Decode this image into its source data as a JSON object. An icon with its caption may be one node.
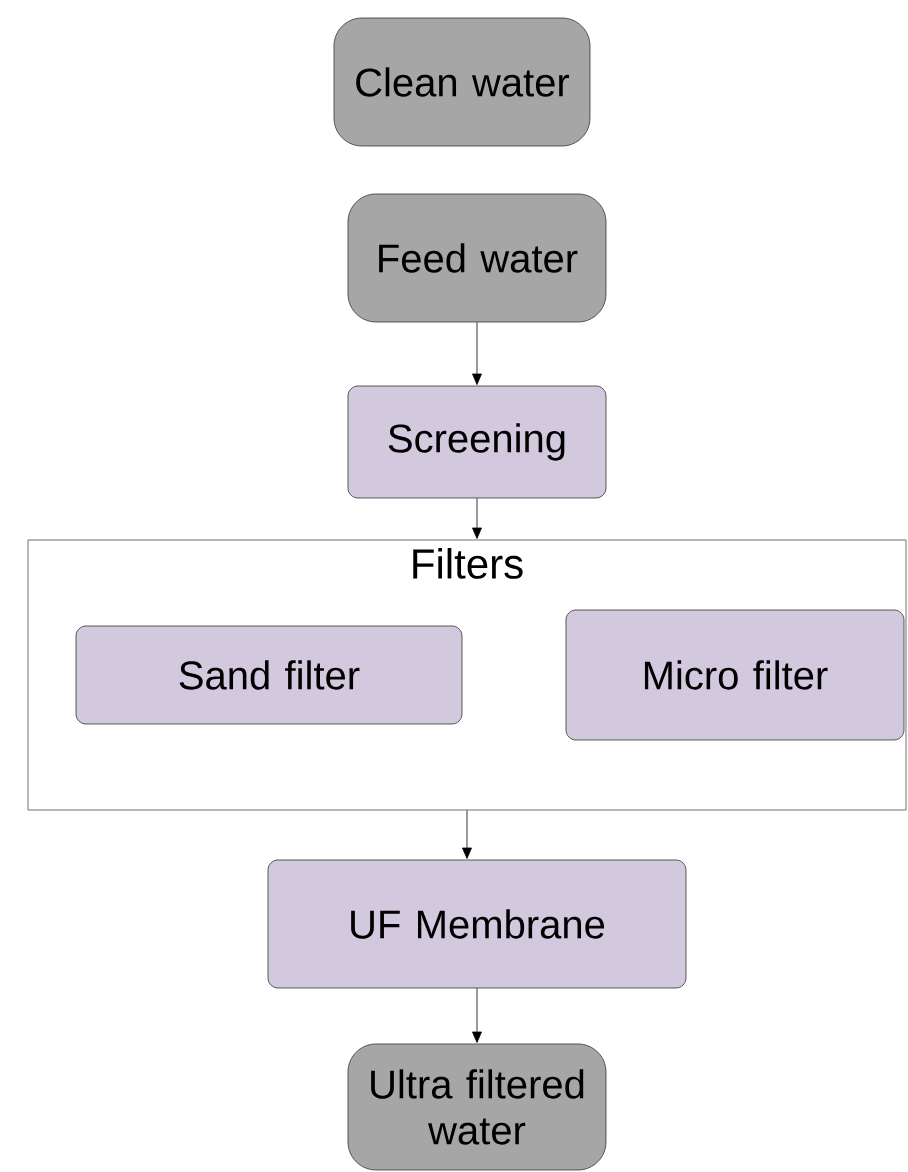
{
  "diagram": {
    "nodes": [
      {
        "text": [
          "Clean water"
        ]
      },
      {
        "text": [
          "Feed water"
        ]
      },
      {
        "text": [
          "Screening"
        ]
      },
      {
        "text": [
          "Filters"
        ]
      },
      {
        "text": [
          "Sand filter"
        ],
        "in": 3
      },
      {
        "text": [
          "Micro filter"
        ],
        "in": 3
      },
      {
        "text": [
          "UF Membrane"
        ]
      },
      {
        "text": [
          "Ultra filtered water"
        ]
      }
    ],
    "edges": [
      {
        "from": 1,
        "to": 2,
        "arrow": "to"
      },
      {
        "from": 2,
        "to": 3,
        "arrow": "to"
      },
      {
        "from": 3,
        "to": 6,
        "arrow": "to"
      },
      {
        "from": 6,
        "to": 7,
        "arrow": "to"
      }
    ]
  }
}
